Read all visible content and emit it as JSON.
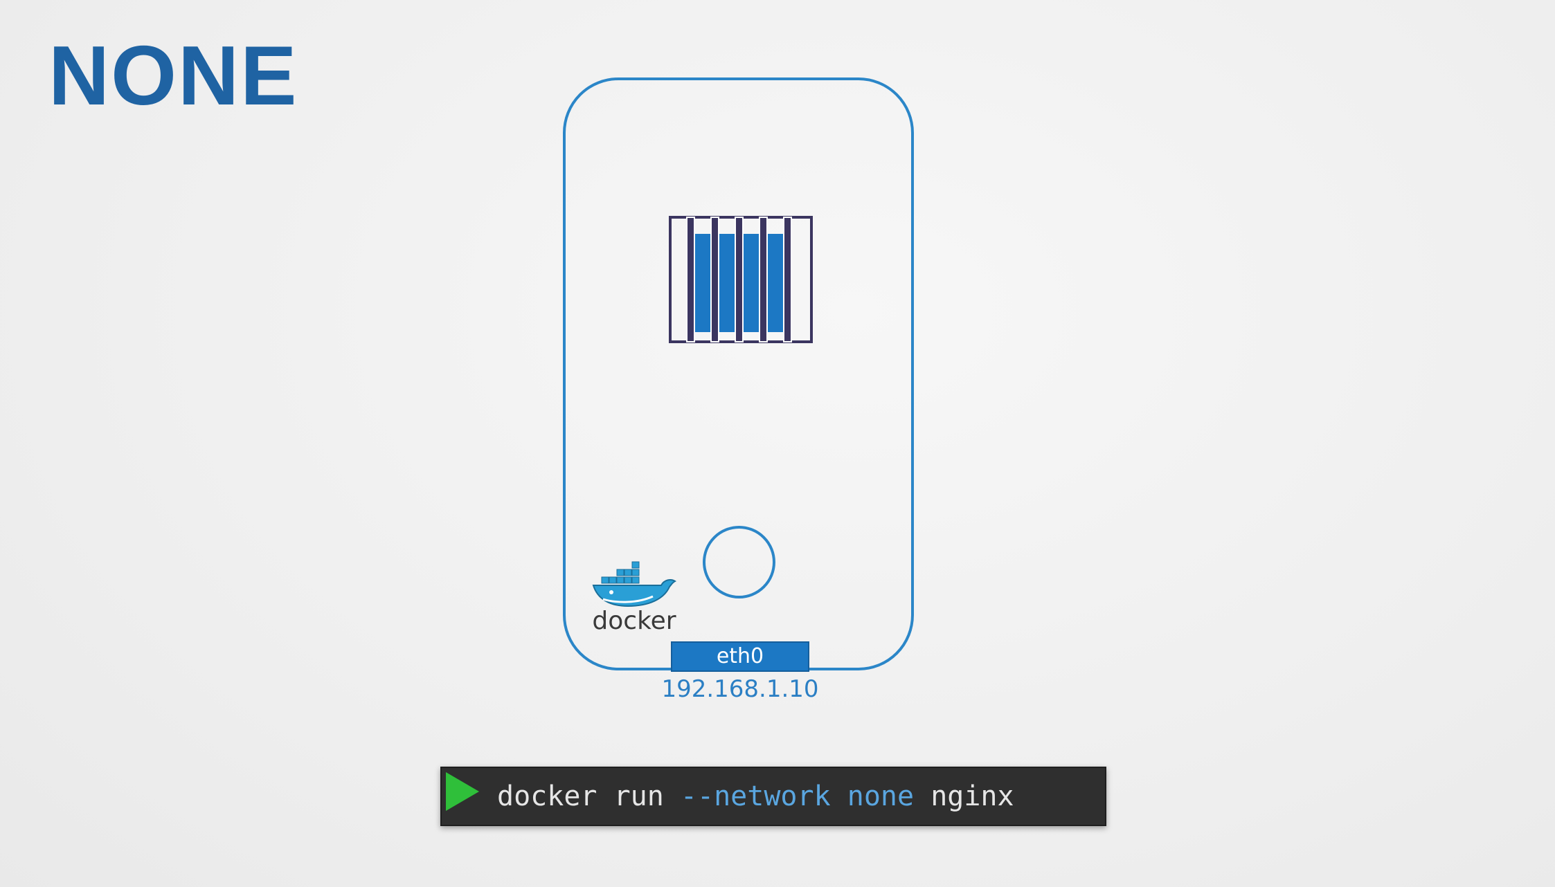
{
  "slide": {
    "title": "NONE"
  },
  "host": {
    "interface_name": "eth0",
    "ip_address": "192.168.1.10",
    "logo_text": "docker"
  },
  "command": {
    "base": "docker run",
    "flag": "--network",
    "flag_value": "none",
    "image": "nginx"
  },
  "colors": {
    "title": "#1f63a3",
    "accent": "#2b86c8",
    "container_fill": "#1c78c4",
    "cage_bars": "#3b3560",
    "terminal_bg": "#2f2f2f",
    "terminal_flag": "#5aa6e0",
    "play_icon": "#2fbf3a"
  },
  "icons": {
    "container": "caged-container-icon",
    "network_interface": "network-interface-circle",
    "logo": "docker-whale-logo",
    "prompt": "play-icon"
  }
}
